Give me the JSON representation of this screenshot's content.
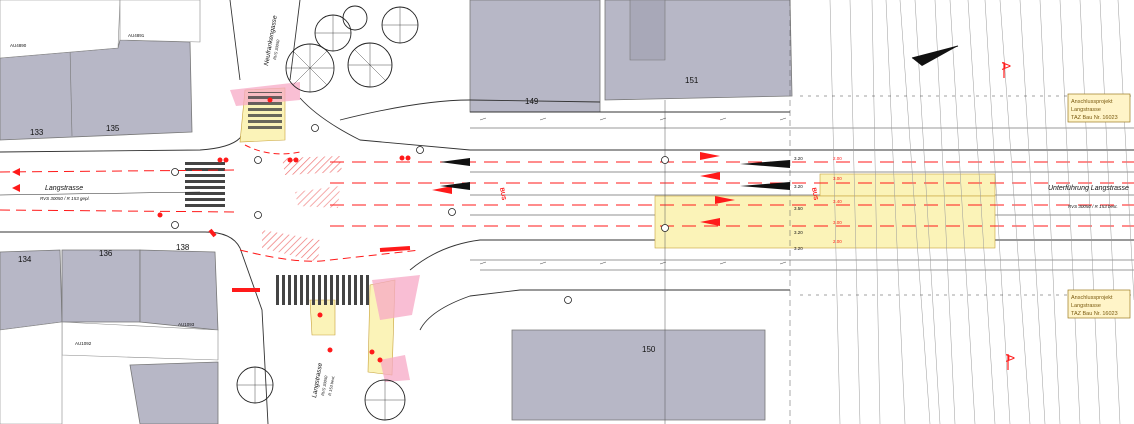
{
  "plan": {
    "street_main": "Langstrasse",
    "street_main_meta": "RVS 30050 / R 153 gepl.",
    "street_cross_north": "Neufrankengasse",
    "street_cross_north_meta": "RVS 30050",
    "street_cross_south": "Langstrasse",
    "street_cross_south_meta_1": "RVS 30050",
    "street_cross_south_meta_2": "R 153 best.",
    "underpass_label": "Unterführung Langstrasse",
    "underpass_meta": "RVS 30050 / R 153 best.",
    "bus_label_1": "BUS",
    "bus_label_2": "BUS"
  },
  "buildings": {
    "n133": "133",
    "n135": "135",
    "n134": "134",
    "n136": "136",
    "n138": "138",
    "n149": "149",
    "n151": "151",
    "n150": "150",
    "parcel_au4890": "AU4890",
    "parcel_au4891": "AU4891",
    "parcel_au1093": "AU1093",
    "parcel_au1092": "AU1092"
  },
  "info_boxes": [
    {
      "line1": "Anschlussprojekt",
      "line2": "Langstrasse",
      "line3": "TAZ Bau Nr. 16023"
    },
    {
      "line1": "Anschlussprojekt",
      "line2": "Langstrasse",
      "line3": "TAZ Bau Nr. 16023"
    }
  ],
  "section_markers": {
    "a_top": "A",
    "a_bottom": "A"
  },
  "lane_widths": {
    "r1": "2.00",
    "r2": "3.00",
    "r3": "3.40",
    "r4": "3.00",
    "r5": "2.00",
    "b1": "3.20",
    "b2": "3.20",
    "b3": "3.50",
    "b4": "3.20",
    "b5": "3.20"
  },
  "colors": {
    "building": "#b7b7c6",
    "building_dark": "#a8a8b8",
    "design_red": "#ff1a1a",
    "highlight_yellow": "#fbf3b8",
    "pink_zone": "#f7a9c6",
    "line_dark": "#333333"
  },
  "icons": {
    "north_arrow": "north-arrow-icon",
    "tree": "tree-icon",
    "section_marker": "section-marker-icon"
  }
}
